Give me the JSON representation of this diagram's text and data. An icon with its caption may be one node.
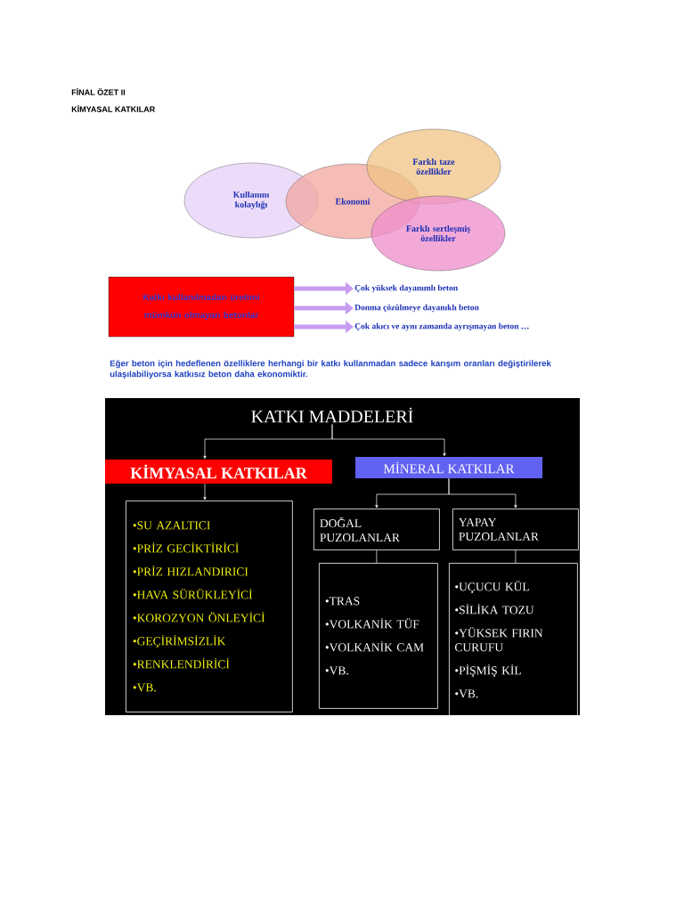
{
  "diagram": {
    "title": "FİNAL ÖZET II",
    "nodes": [
      {
        "text": [
          "Kullanım kolaylığı"
        ]
      },
      {
        "text": [
          "Ekonomi"
        ]
      },
      {
        "text": [
          "Farklı taze özellikler"
        ]
      },
      {
        "text": [
          "Farklı sertleşmiş özellikler"
        ]
      },
      {
        "text": [
          "Katkı kullanılmadan üretimi mümkün olmayan betonlar"
        ]
      },
      {
        "text": [
          "Çok yüksek dayanımlı beton"
        ]
      },
      {
        "text": [
          "Donma çözülmeye dayanıklı beton"
        ]
      },
      {
        "text": [
          "Çok akıcı ve aynı zamanda ayrışmayan beton …"
        ]
      },
      {
        "text": [
          "KATKI MADDELERİ"
        ]
      },
      {
        "text": [
          "KİMYASAL KATKILAR"
        ]
      },
      {
        "text": [
          "MİNERAL KATKILAR"
        ]
      },
      {
        "text": [
          "•SU AZALTICI",
          "•PRİZ GECİKTİRİCİ",
          "•PRİZ HIZLANDIRICI",
          "•HAVA SÜRÜKLEYİCİ",
          "•KOROZYON ÖNLEYİCİ",
          "•GEÇİRİMSİZLİK",
          "•RENKLENDİRİCİ",
          "•VB."
        ]
      },
      {
        "text": [
          "DOĞAL PUZOLANLAR"
        ]
      },
      {
        "text": [
          "YAPAY PUZOLANLAR"
        ]
      },
      {
        "text": [
          "•TRAS",
          "•VOLKANİK TÜF",
          "•VOLKANİK CAM",
          "•VB."
        ]
      },
      {
        "text": [
          "•UÇUCU KÜL",
          "•SİLİKA TOZU",
          "•YÜKSEK FIRIN CURUFU",
          "•PİŞMİŞ KİL",
          "•VB."
        ]
      }
    ],
    "edges": [
      {
        "from": 4,
        "to": 5,
        "arrow": "to",
        "style": "thick",
        "color": "#c89cf0"
      },
      {
        "from": 4,
        "to": 6,
        "arrow": "to",
        "style": "thick",
        "color": "#c89cf0"
      },
      {
        "from": 4,
        "to": 7,
        "arrow": "to",
        "style": "thick",
        "color": "#c89cf0"
      },
      {
        "from": 8,
        "to": 9,
        "arrow": "to"
      },
      {
        "from": 8,
        "to": 10,
        "arrow": "to"
      },
      {
        "from": 9,
        "to": 11,
        "arrow": "to"
      },
      {
        "from": 10,
        "to": 12,
        "arrow": "to"
      },
      {
        "from": 10,
        "to": 13,
        "arrow": "to"
      },
      {
        "from": 12,
        "to": 14,
        "arrow": "none"
      },
      {
        "from": 13,
        "to": 15,
        "arrow": "none"
      }
    ],
    "labels": [
      "KİMYASAL KATKILAR",
      "Eğer beton için hedeflenen özelliklere herhangi bir katkı kullanmadan sadece karışım oranları değiştirilerek ulaşılabiliyorsa katkısız beton daha ekonomiktir."
    ]
  }
}
